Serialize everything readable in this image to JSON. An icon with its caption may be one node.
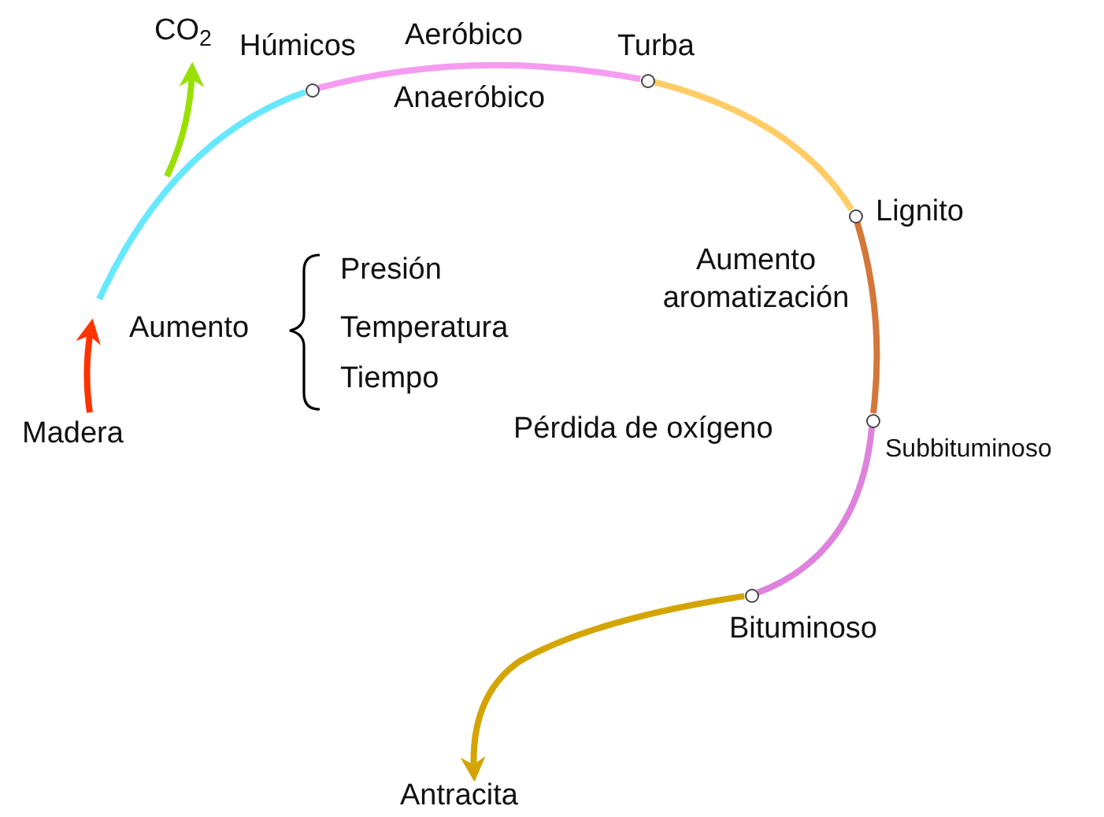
{
  "diagram": {
    "nodes": [
      {
        "text": [
          "Madera"
        ]
      },
      {
        "text": [
          "CO$_{2}$"
        ]
      },
      {
        "text": [
          "Húmicos"
        ]
      },
      {
        "text": [
          "Turba"
        ]
      },
      {
        "text": [
          "Lignito"
        ]
      },
      {
        "text": [
          "Subbituminoso"
        ]
      },
      {
        "text": [
          "Bituminoso"
        ]
      },
      {
        "text": [
          "Antracita"
        ]
      }
    ],
    "edges": [
      {
        "from": 0,
        "to": null,
        "arrow": "to",
        "color": "#ff3300"
      },
      {
        "from": null,
        "to": 2,
        "arrow": "none",
        "color": "#66e8ff"
      },
      {
        "from": null,
        "to": 1,
        "arrow": "to",
        "color": "#99e000"
      },
      {
        "from": 2,
        "to": 3,
        "arrow": "none",
        "color": "#f59cf0"
      },
      {
        "from": 3,
        "to": 4,
        "arrow": "none",
        "color": "#ffcc66"
      },
      {
        "from": 4,
        "to": 5,
        "arrow": "none",
        "color": "#d4773a"
      },
      {
        "from": 5,
        "to": 6,
        "arrow": "none",
        "color": "#de82de"
      },
      {
        "from": 6,
        "to": 7,
        "arrow": "to",
        "color": "#d4a500"
      }
    ],
    "labels": [
      "Aeróbico",
      "Anaeróbico",
      "Aumento",
      "Presión",
      "Temperatura",
      "Tiempo",
      "Aumento aromatización",
      "Pérdida de oxígeno"
    ]
  }
}
